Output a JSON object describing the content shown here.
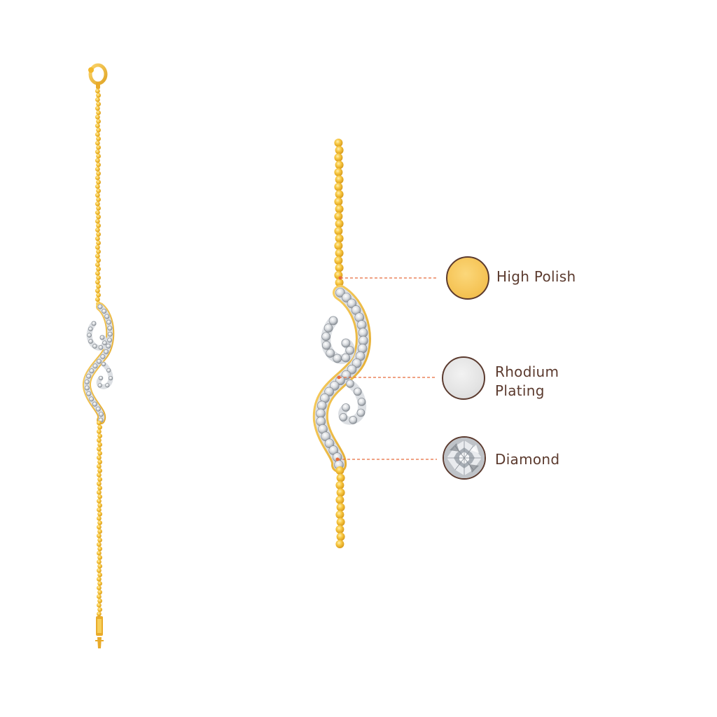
{
  "callouts": [
    {
      "label": "High Polish",
      "swatch": "gold"
    },
    {
      "label_lines": [
        "Rhodium",
        "Plating"
      ],
      "swatch": "rhodium"
    },
    {
      "label": "Diamond",
      "swatch": "diamond"
    }
  ],
  "colors": {
    "gold": "#f3b82c",
    "gold_light": "#fbd46a",
    "rhodium": "#e3e3e3",
    "text": "#5b3a2e",
    "leader_line": "#e86a3a",
    "diamond_stone": "#cfd2d6"
  },
  "images": {
    "full_bracelet": "gold-chain-bracelet-with-diamond-swirl-motif",
    "detail_view": "enlarged-bracelet-motif-detail"
  }
}
